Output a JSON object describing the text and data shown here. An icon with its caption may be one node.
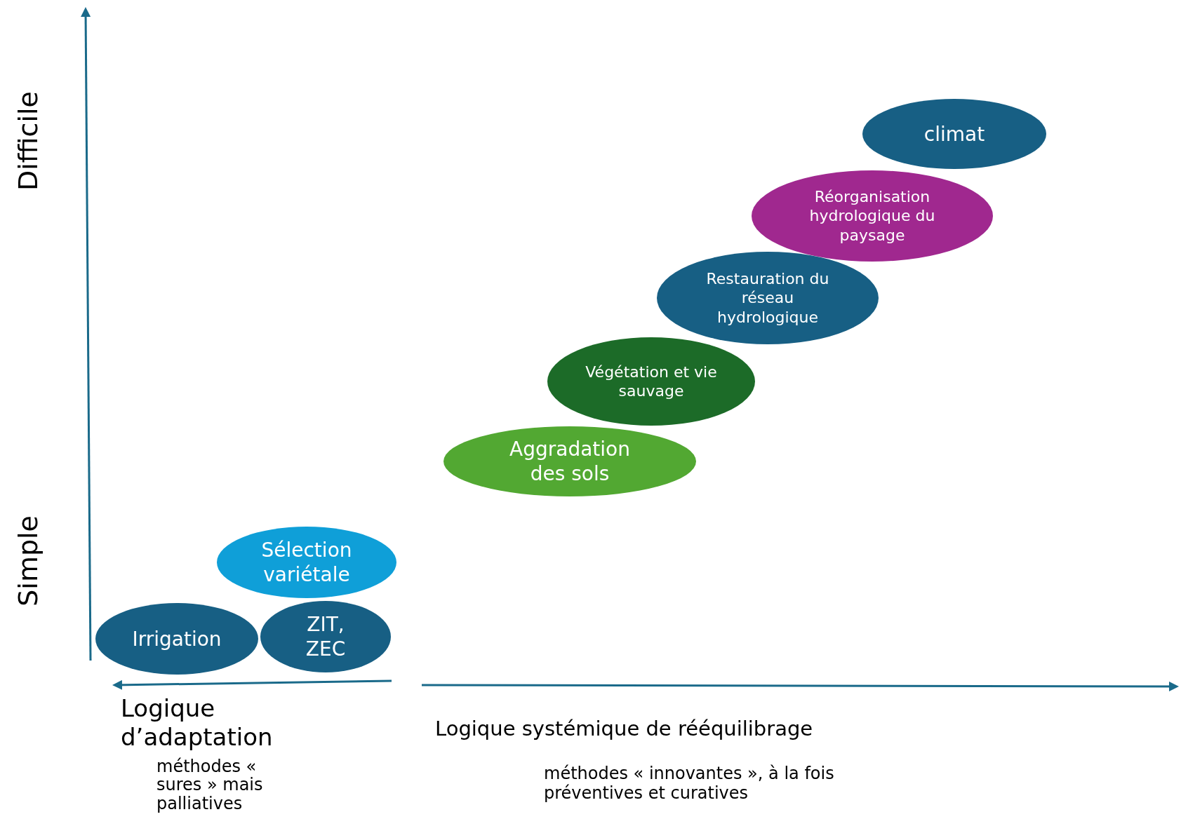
{
  "diagram": {
    "nodes": [
      {
        "text": [
          "climat"
        ]
      },
      {
        "text": [
          "Réorganisation hydrologique du paysage"
        ]
      },
      {
        "text": [
          "Restauration du réseau hydrologique"
        ]
      },
      {
        "text": [
          "Végétation et vie sauvage"
        ]
      },
      {
        "text": [
          "Aggradation des sols"
        ]
      },
      {
        "text": [
          "Sélection variétale"
        ]
      },
      {
        "text": [
          "Irrigation"
        ]
      },
      {
        "text": [
          "ZIT, ZEC"
        ]
      }
    ],
    "edges": [],
    "labels": [
      "Difficile",
      "Simple",
      "Logique d’adaptation",
      "méthodes « sures » mais palliatives",
      "Logique systémique de rééquilibrage",
      "méthodes « innovantes », à la fois préventives et curatives"
    ]
  }
}
